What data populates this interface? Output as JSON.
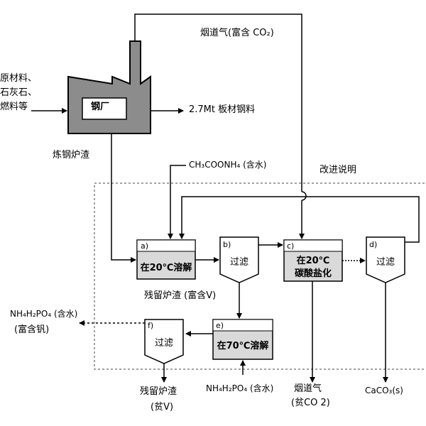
{
  "factory": {
    "label": "钢厂",
    "inputs": [
      "原材料、",
      "石灰石、",
      "燃料等"
    ],
    "product": "2.7Mt 板材钢料",
    "slag": "炼钢炉渣"
  },
  "flue_gas_top": "烟道气(富含 CO₂)",
  "reagent_top": "CH₃COONH₄ (含水)",
  "improvement_label": "改进说明",
  "steps": {
    "a": {
      "letter": "a)",
      "text": "在20℃溶解"
    },
    "b": {
      "letter": "b)",
      "text": "过滤"
    },
    "c": {
      "letter": "c)",
      "text_line1": "在20℃",
      "text_line2": "碳酸盐化"
    },
    "d": {
      "letter": "d)",
      "text": "过滤"
    },
    "e": {
      "letter": "e)",
      "text": "在70℃溶解"
    },
    "f": {
      "letter": "f)",
      "text": "过滤"
    }
  },
  "residue_rich": "残留炉渣 (富含V)",
  "nh4_out": {
    "line1": "NH₄H₂PO₄ (含水)",
    "line2": "(富含钒)"
  },
  "residue_poor": {
    "line1": "残留炉渣",
    "line2": "(贫V)"
  },
  "nh4_in": "NH₄H₂PO₄ (含水)",
  "flue_gas_out": {
    "line1": "烟道气",
    "line2": "(贫CO 2)"
  },
  "caco3": "CaCO₃(s)",
  "colors": {
    "factory_fill": "#8c8c8c",
    "box_fill": "#d9d9d9",
    "line": "#000000"
  }
}
